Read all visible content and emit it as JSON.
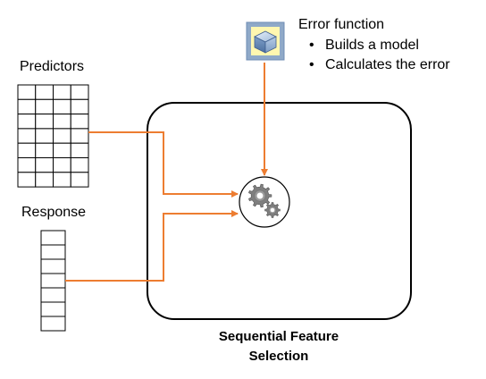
{
  "labels": {
    "predictors": "Predictors",
    "response": "Response",
    "error_function": "Error function",
    "caption_line1": "Sequential Feature",
    "caption_line2": "Selection"
  },
  "error_function_bullets": [
    "Builds a model",
    "Calculates the error"
  ],
  "bullet_glyph": "•",
  "icons": {
    "error_function": "cube-icon",
    "process": "gears-icon"
  },
  "colors": {
    "arrow": "#ED7D31",
    "outline": "#000000",
    "icon_frame": "#8FA9C8",
    "icon_fill": "#FFF7B0",
    "gear": "#7F7F7F"
  },
  "predictors_table": {
    "rows": 7,
    "cols": 4
  },
  "response_table": {
    "rows": 7,
    "cols": 1
  }
}
